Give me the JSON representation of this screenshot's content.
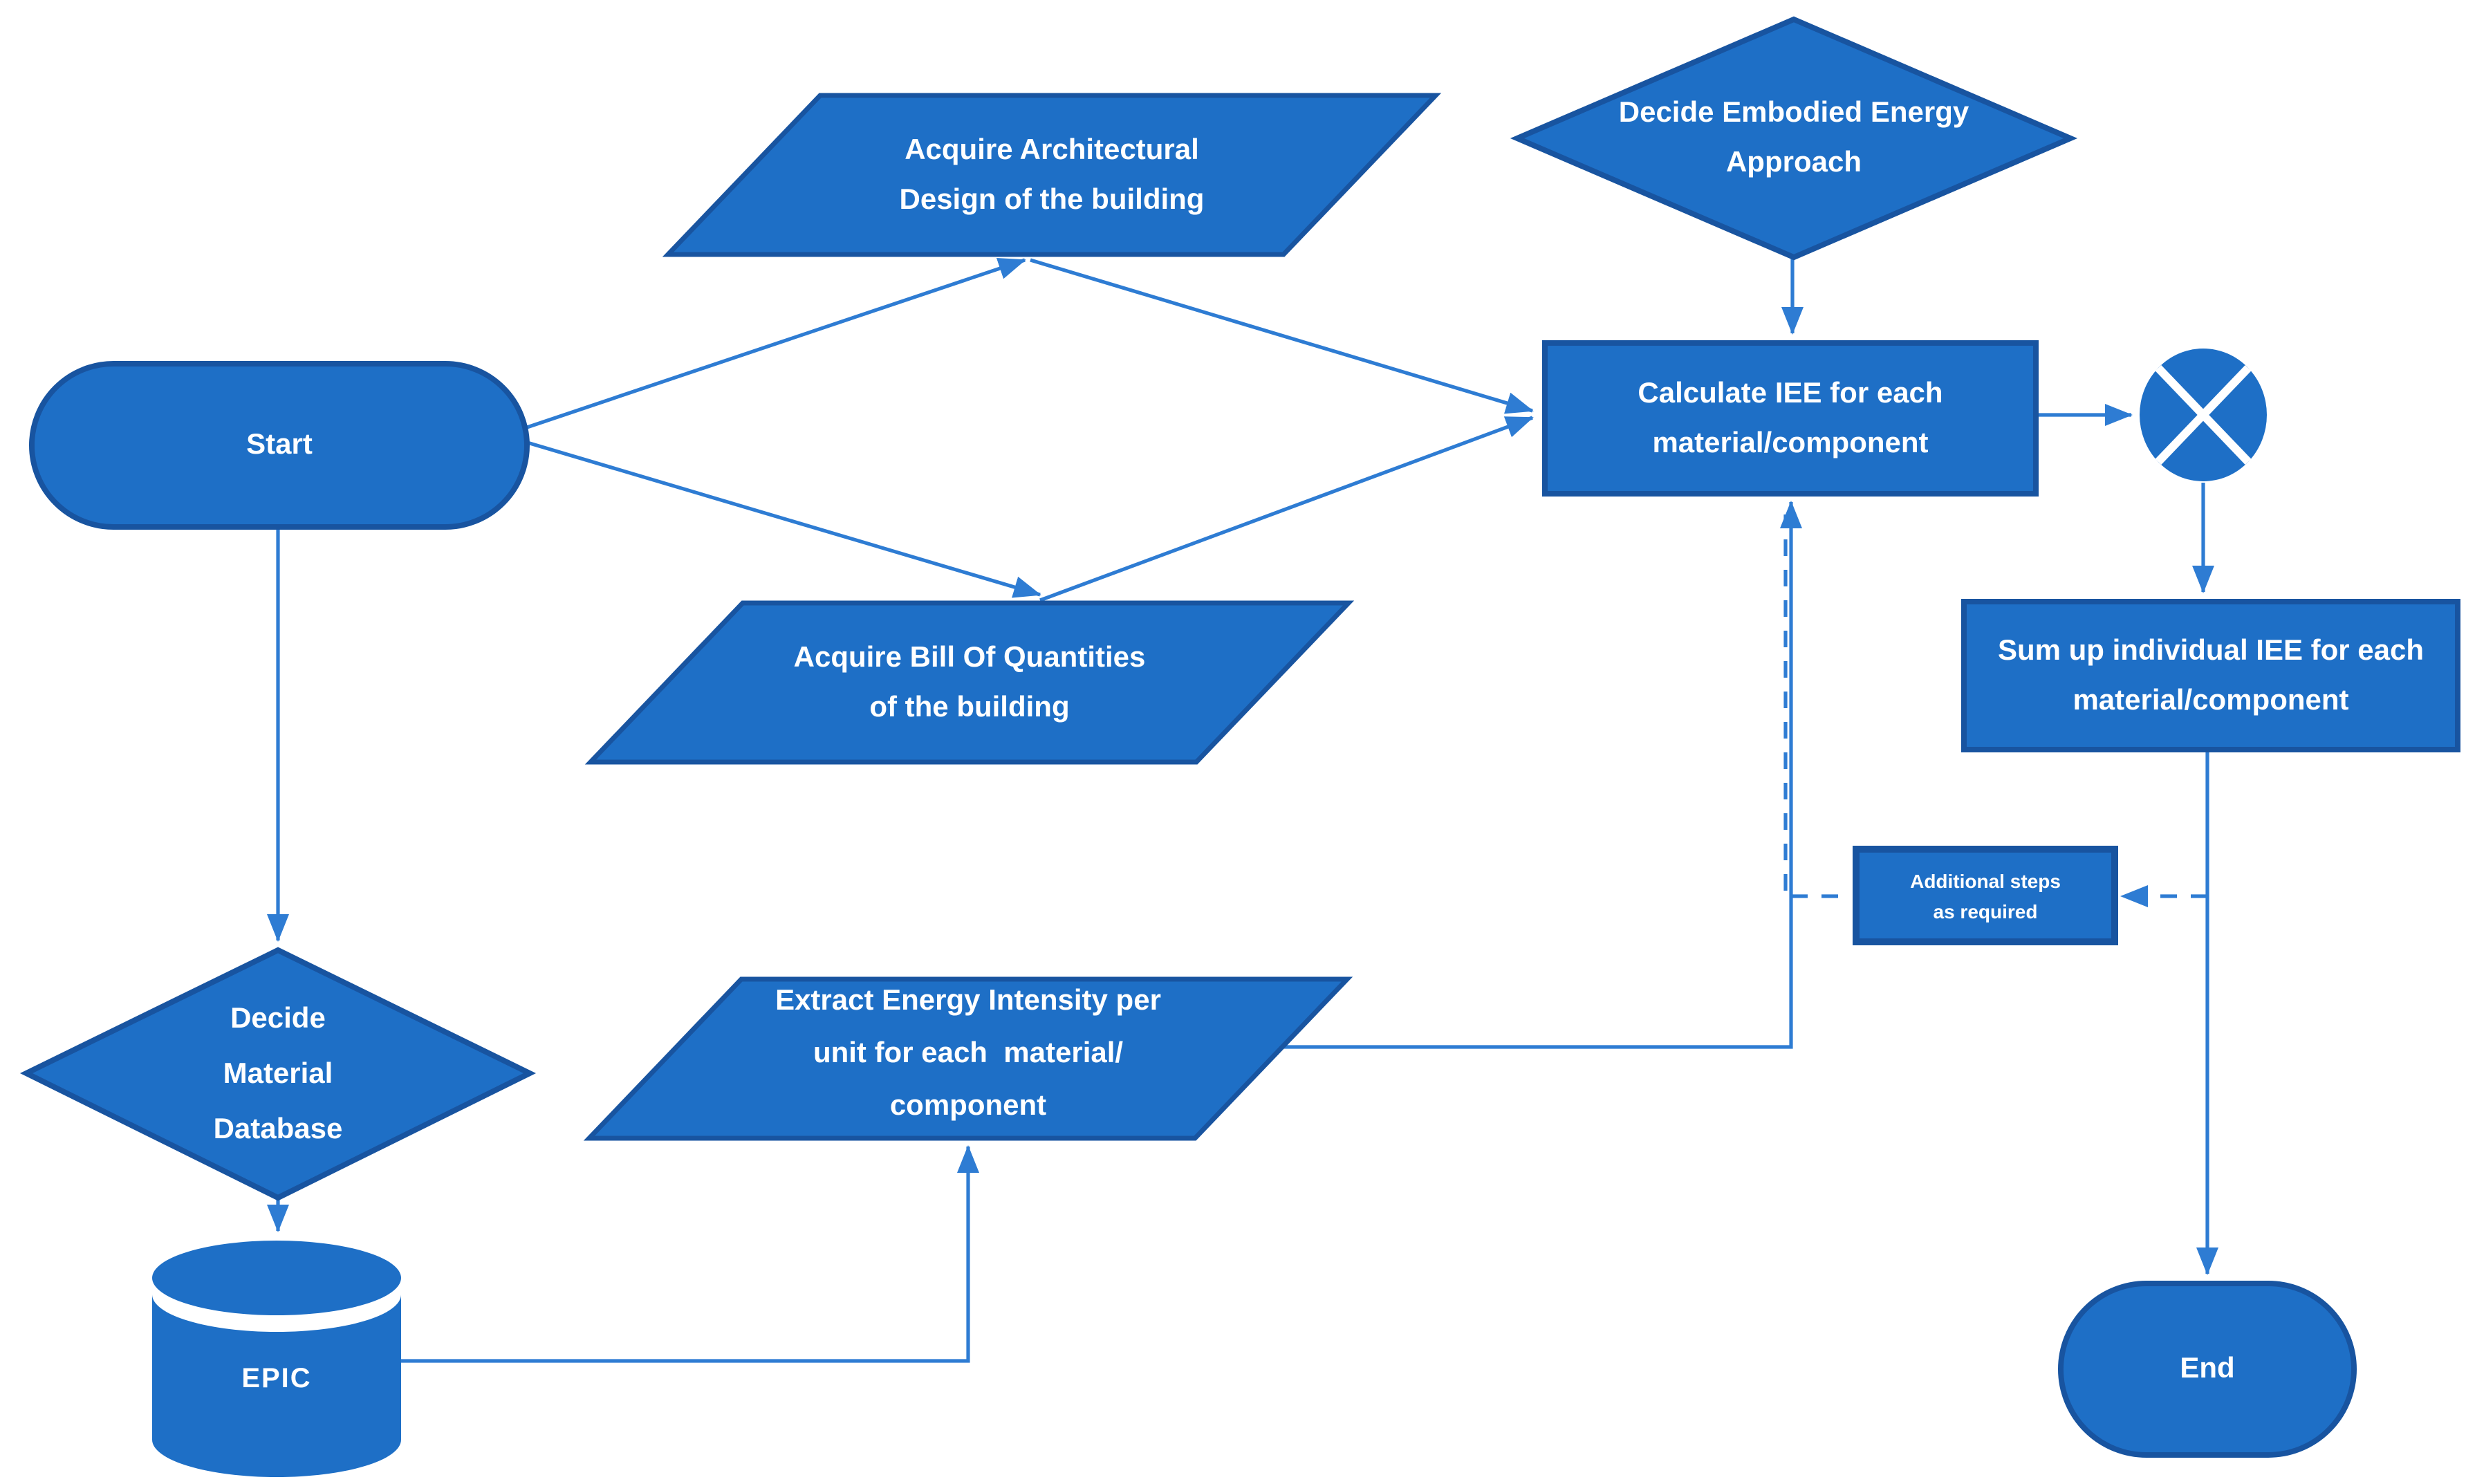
{
  "diagram": {
    "title": "Embodied energy calculation flowchart",
    "colors": {
      "background": "#ffffff",
      "shape_fill": "#1e6fc6",
      "shape_border": "#1854a0",
      "connector": "#2e7cd3",
      "text": "#ffffff"
    },
    "nodes": {
      "start": {
        "type": "terminator",
        "label": "Start"
      },
      "acquire_design": {
        "type": "data-parallelogram",
        "label": "Acquire Architectural\nDesign of the building"
      },
      "decide_approach": {
        "type": "decision-diamond",
        "label": "Decide Embodied Energy\nApproach"
      },
      "calculate_iee": {
        "type": "process",
        "label": "Calculate IEE for each\nmaterial/component"
      },
      "sum_junction": {
        "type": "summing-junction",
        "label": "",
        "symbol": "X"
      },
      "sum_up": {
        "type": "process",
        "label": "Sum up individual IEE for each\nmaterial/component"
      },
      "acquire_boq": {
        "type": "data-parallelogram",
        "label": "Acquire Bill Of Quantities\nof the building"
      },
      "additional_steps": {
        "type": "annotation",
        "label": "Additional steps\nas required"
      },
      "decide_database": {
        "type": "decision-diamond",
        "label": "Decide\nMaterial\nDatabase"
      },
      "extract_intensity": {
        "type": "data-parallelogram",
        "label": "Extract Energy Intensity per\nunit for each  material/\ncomponent"
      },
      "epic_db": {
        "type": "database-cylinder",
        "label": "EPIC"
      },
      "end": {
        "type": "terminator",
        "label": "End"
      }
    },
    "edges": [
      {
        "from": "start",
        "to": "acquire_design",
        "style": "solid"
      },
      {
        "from": "start",
        "to": "acquire_boq",
        "style": "solid"
      },
      {
        "from": "start",
        "to": "decide_database",
        "style": "solid"
      },
      {
        "from": "acquire_design",
        "to": "calculate_iee",
        "style": "solid"
      },
      {
        "from": "acquire_boq",
        "to": "calculate_iee",
        "style": "solid"
      },
      {
        "from": "decide_approach",
        "to": "calculate_iee",
        "style": "solid"
      },
      {
        "from": "calculate_iee",
        "to": "sum_junction",
        "style": "solid"
      },
      {
        "from": "sum_junction",
        "to": "sum_up",
        "style": "solid"
      },
      {
        "from": "sum_up",
        "to": "end",
        "style": "solid"
      },
      {
        "from": "decide_database",
        "to": "epic_db",
        "style": "solid"
      },
      {
        "from": "epic_db",
        "to": "extract_intensity",
        "style": "solid"
      },
      {
        "from": "extract_intensity",
        "to": "calculate_iee",
        "style": "solid"
      },
      {
        "from": "sum_up_end_path",
        "to": "additional_steps",
        "style": "dashed"
      },
      {
        "from": "additional_steps",
        "to": "calculate_iee",
        "style": "dashed"
      }
    ]
  }
}
